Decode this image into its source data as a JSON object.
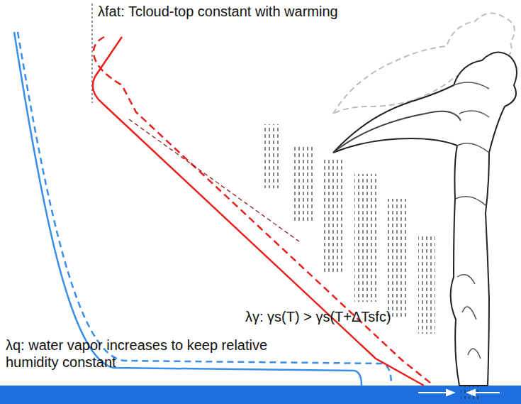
{
  "diagram": {
    "labels": [
      "λfat: Tcloud-top constant with warming",
      "λγ: γs(T) > γs(T+ΔTsfc)",
      "λq: water vapor increases to keep relative humidity constant"
    ]
  }
}
